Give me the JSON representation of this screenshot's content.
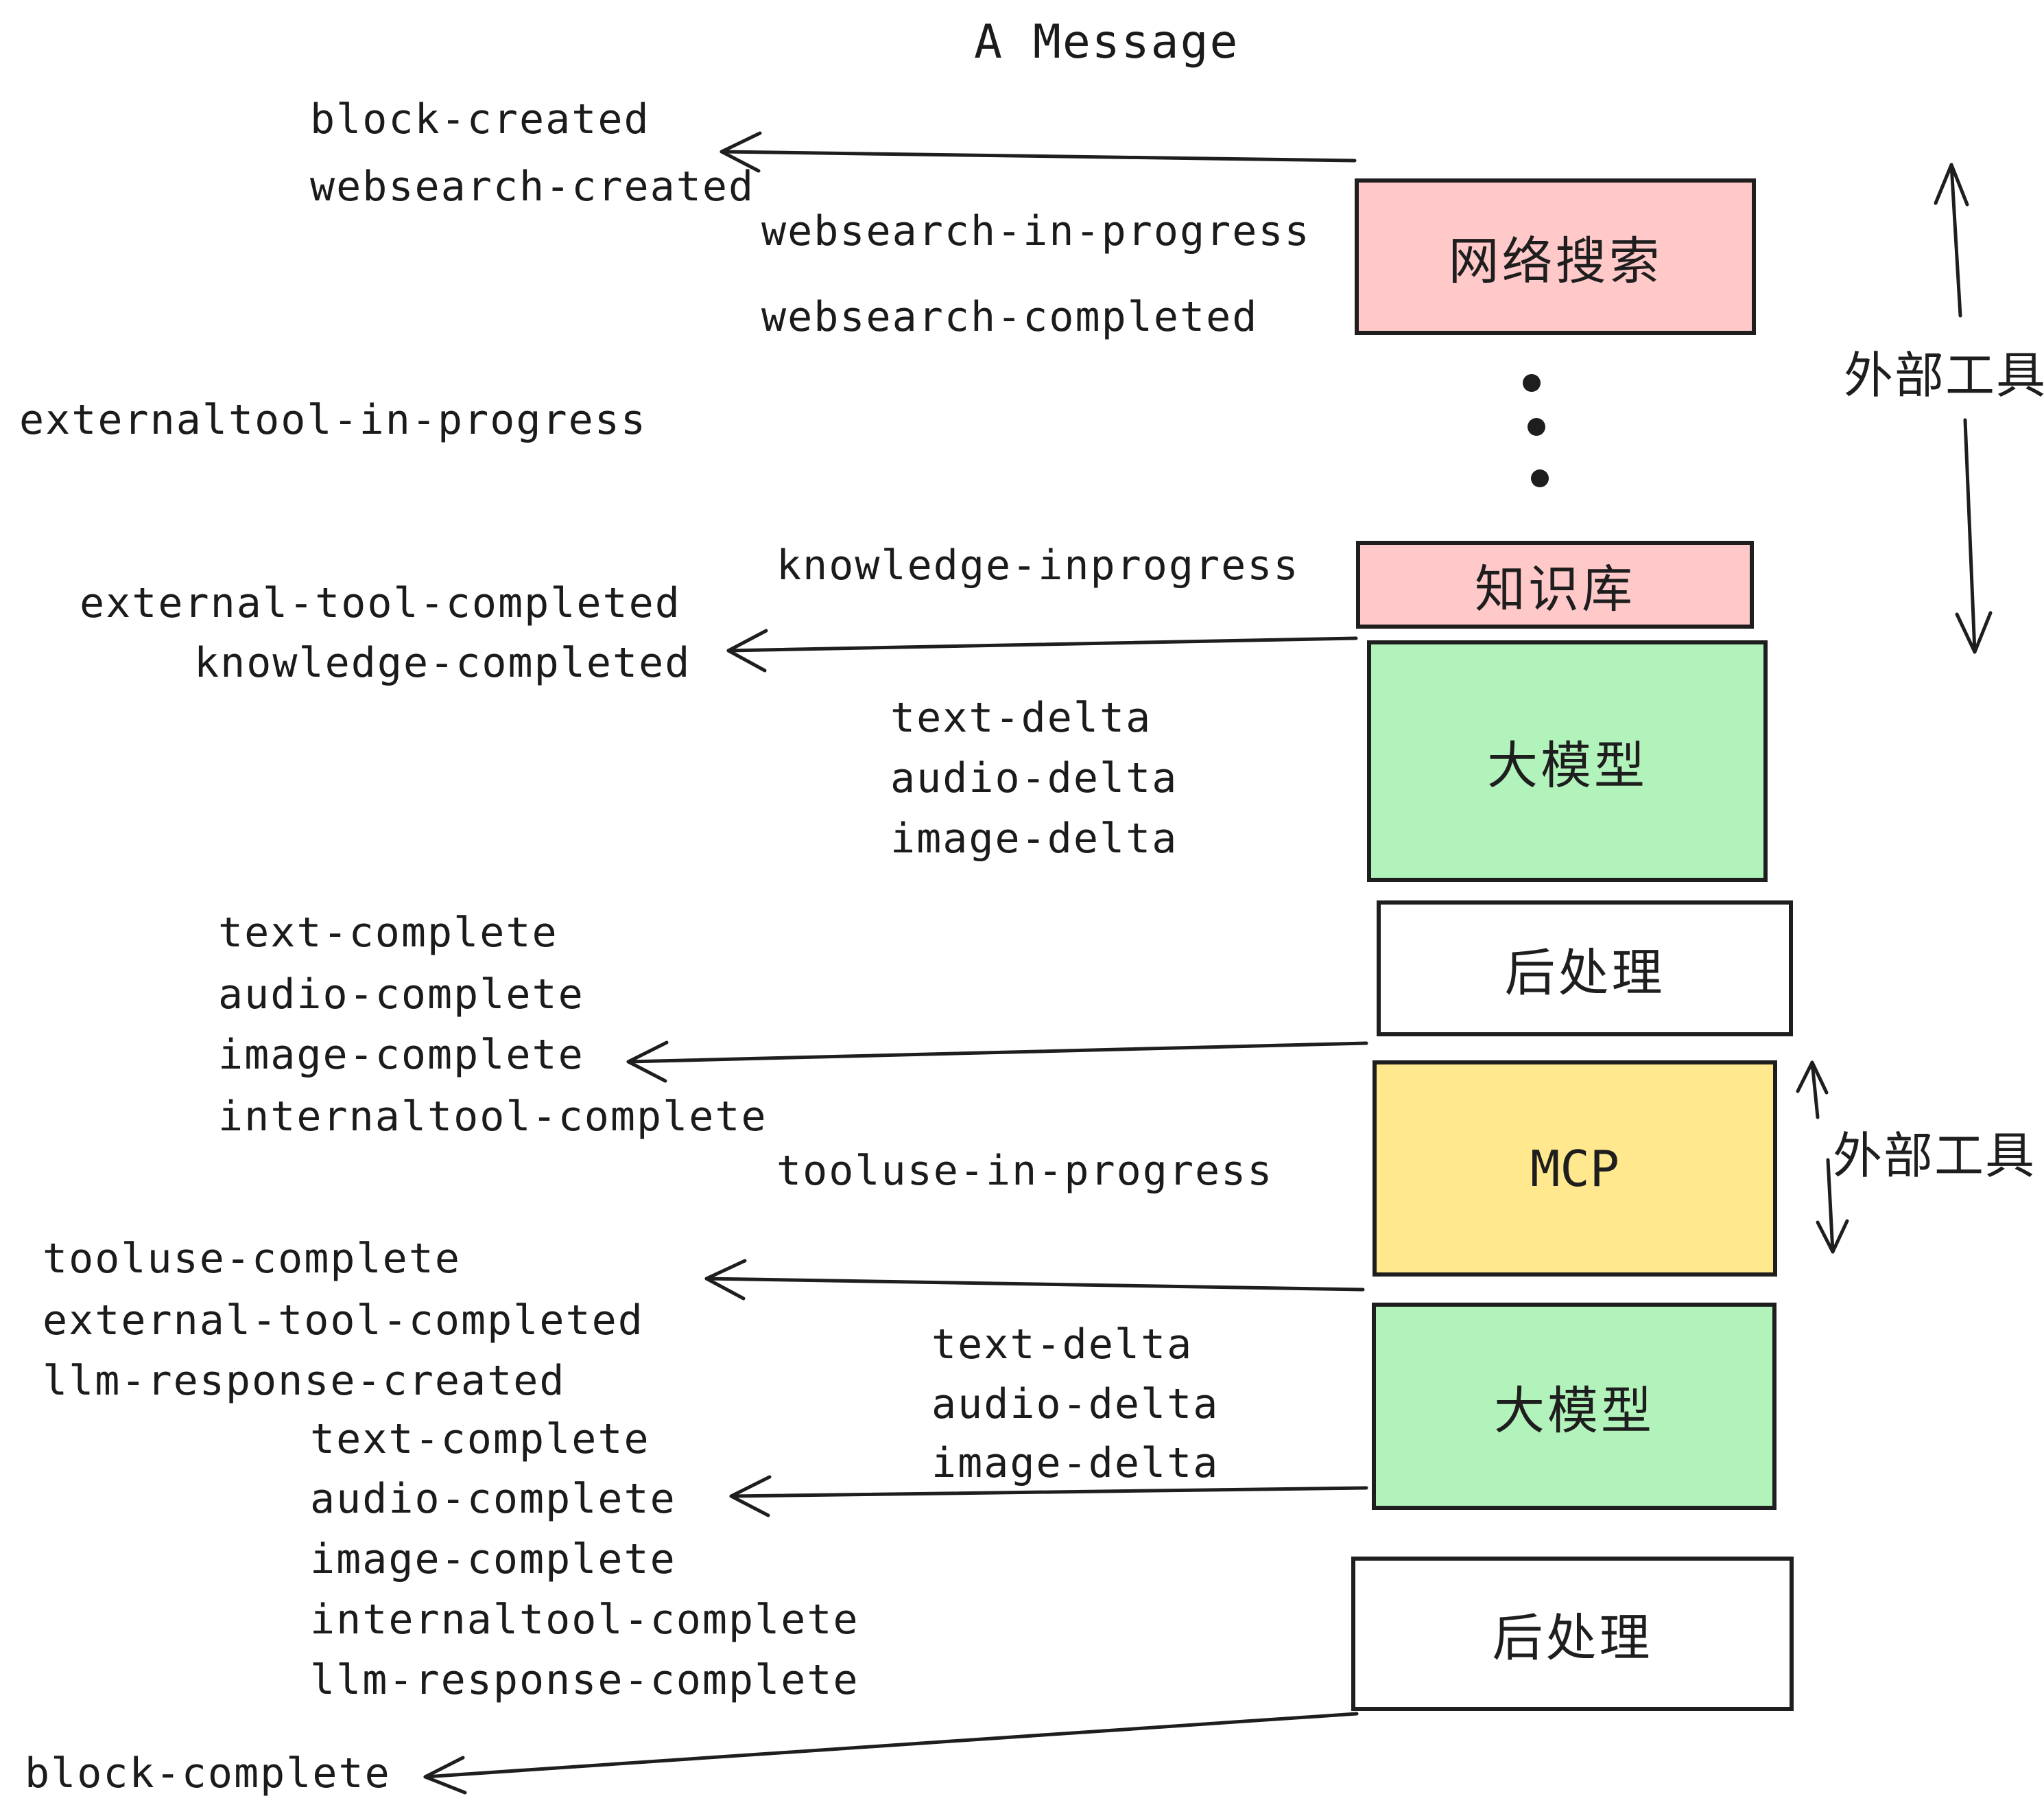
{
  "title": "A Message",
  "labels": {
    "block_created": "block-created",
    "websearch_created": "websearch-created",
    "websearch_in_progress": "websearch-in-progress",
    "websearch_completed": "websearch-completed",
    "externaltool_in_progress": "externaltool-in-progress",
    "knowledge_inprogress": "knowledge-inprogress",
    "external_tool_completed": "external-tool-completed",
    "knowledge_completed": "knowledge-completed",
    "text_delta": "text-delta",
    "audio_delta": "audio-delta",
    "image_delta": "image-delta",
    "text_complete": "text-complete",
    "audio_complete": "audio-complete",
    "image_complete": "image-complete",
    "internaltool_complete": "internaltool-complete",
    "tooluse_in_progress": "tooluse-in-progress",
    "tooluse_complete": "tooluse-complete",
    "llm_response_created": "llm-response-created",
    "llm_response_complete": "llm-response-complete",
    "block_complete": "block-complete",
    "external_tools": "外部工具"
  },
  "boxes": [
    {
      "id": "websearch",
      "label": "网络搜索",
      "fill": "#ffc9c9"
    },
    {
      "id": "knowledge",
      "label": "知识库",
      "fill": "#ffc9c9"
    },
    {
      "id": "llm1",
      "label": "大模型",
      "fill": "#b2f2bb"
    },
    {
      "id": "post1",
      "label": "后处理",
      "fill": "#ffffff"
    },
    {
      "id": "mcp",
      "label": "MCP",
      "fill": "#ffe88d"
    },
    {
      "id": "llm2",
      "label": "大模型",
      "fill": "#b2f2bb"
    },
    {
      "id": "post2",
      "label": "后处理",
      "fill": "#ffffff"
    }
  ],
  "colors": {
    "stroke": "#1e1e1e",
    "pink": "#ffc9c9",
    "green": "#b2f2bb",
    "yellow": "#ffe88d",
    "text": "#1b1b1b"
  }
}
